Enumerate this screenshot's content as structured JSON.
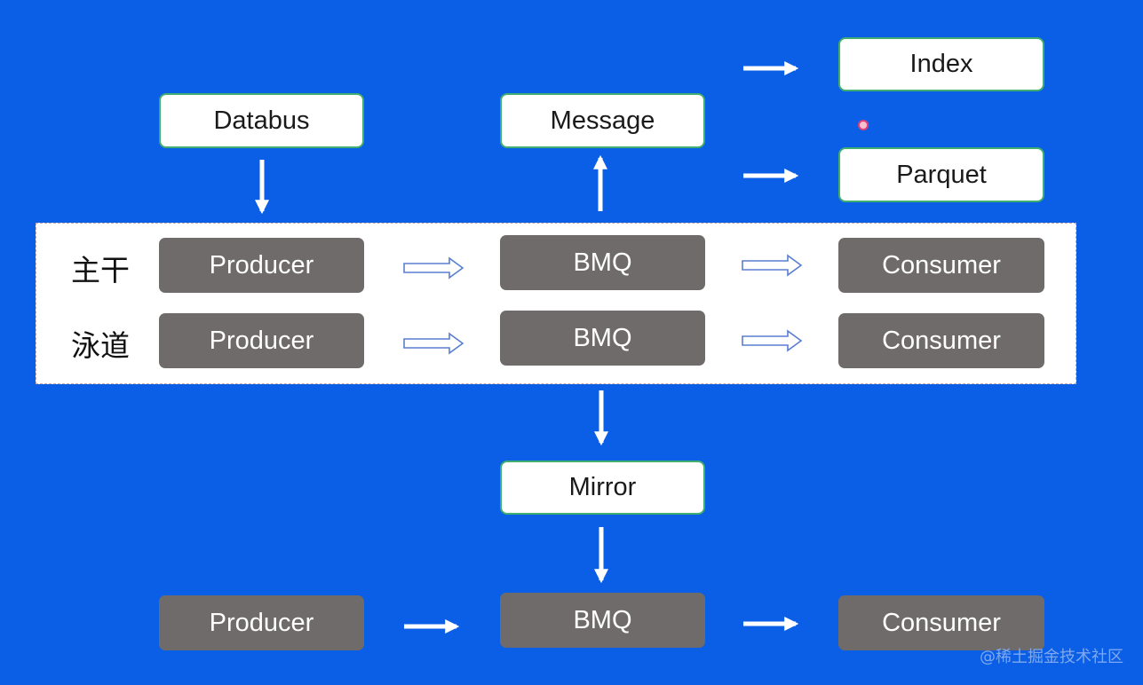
{
  "diagram": {
    "top": {
      "databus": "Databus",
      "message": "Message",
      "index": "Index",
      "parquet": "Parquet"
    },
    "lanes": [
      {
        "label": "主干",
        "producer": "Producer",
        "bmq": "BMQ",
        "consumer": "Consumer"
      },
      {
        "label": "泳道",
        "producer": "Producer",
        "bmq": "BMQ",
        "consumer": "Consumer"
      }
    ],
    "mirror": "Mirror",
    "bottom": {
      "producer": "Producer",
      "bmq": "BMQ",
      "consumer": "Consumer"
    }
  },
  "watermark": "@稀土掘金技术社区",
  "colors": {
    "background": "#0a5fe6",
    "node_white": "#ffffff",
    "node_border": "#3fae6e",
    "node_grey": "#6e6b6a"
  }
}
